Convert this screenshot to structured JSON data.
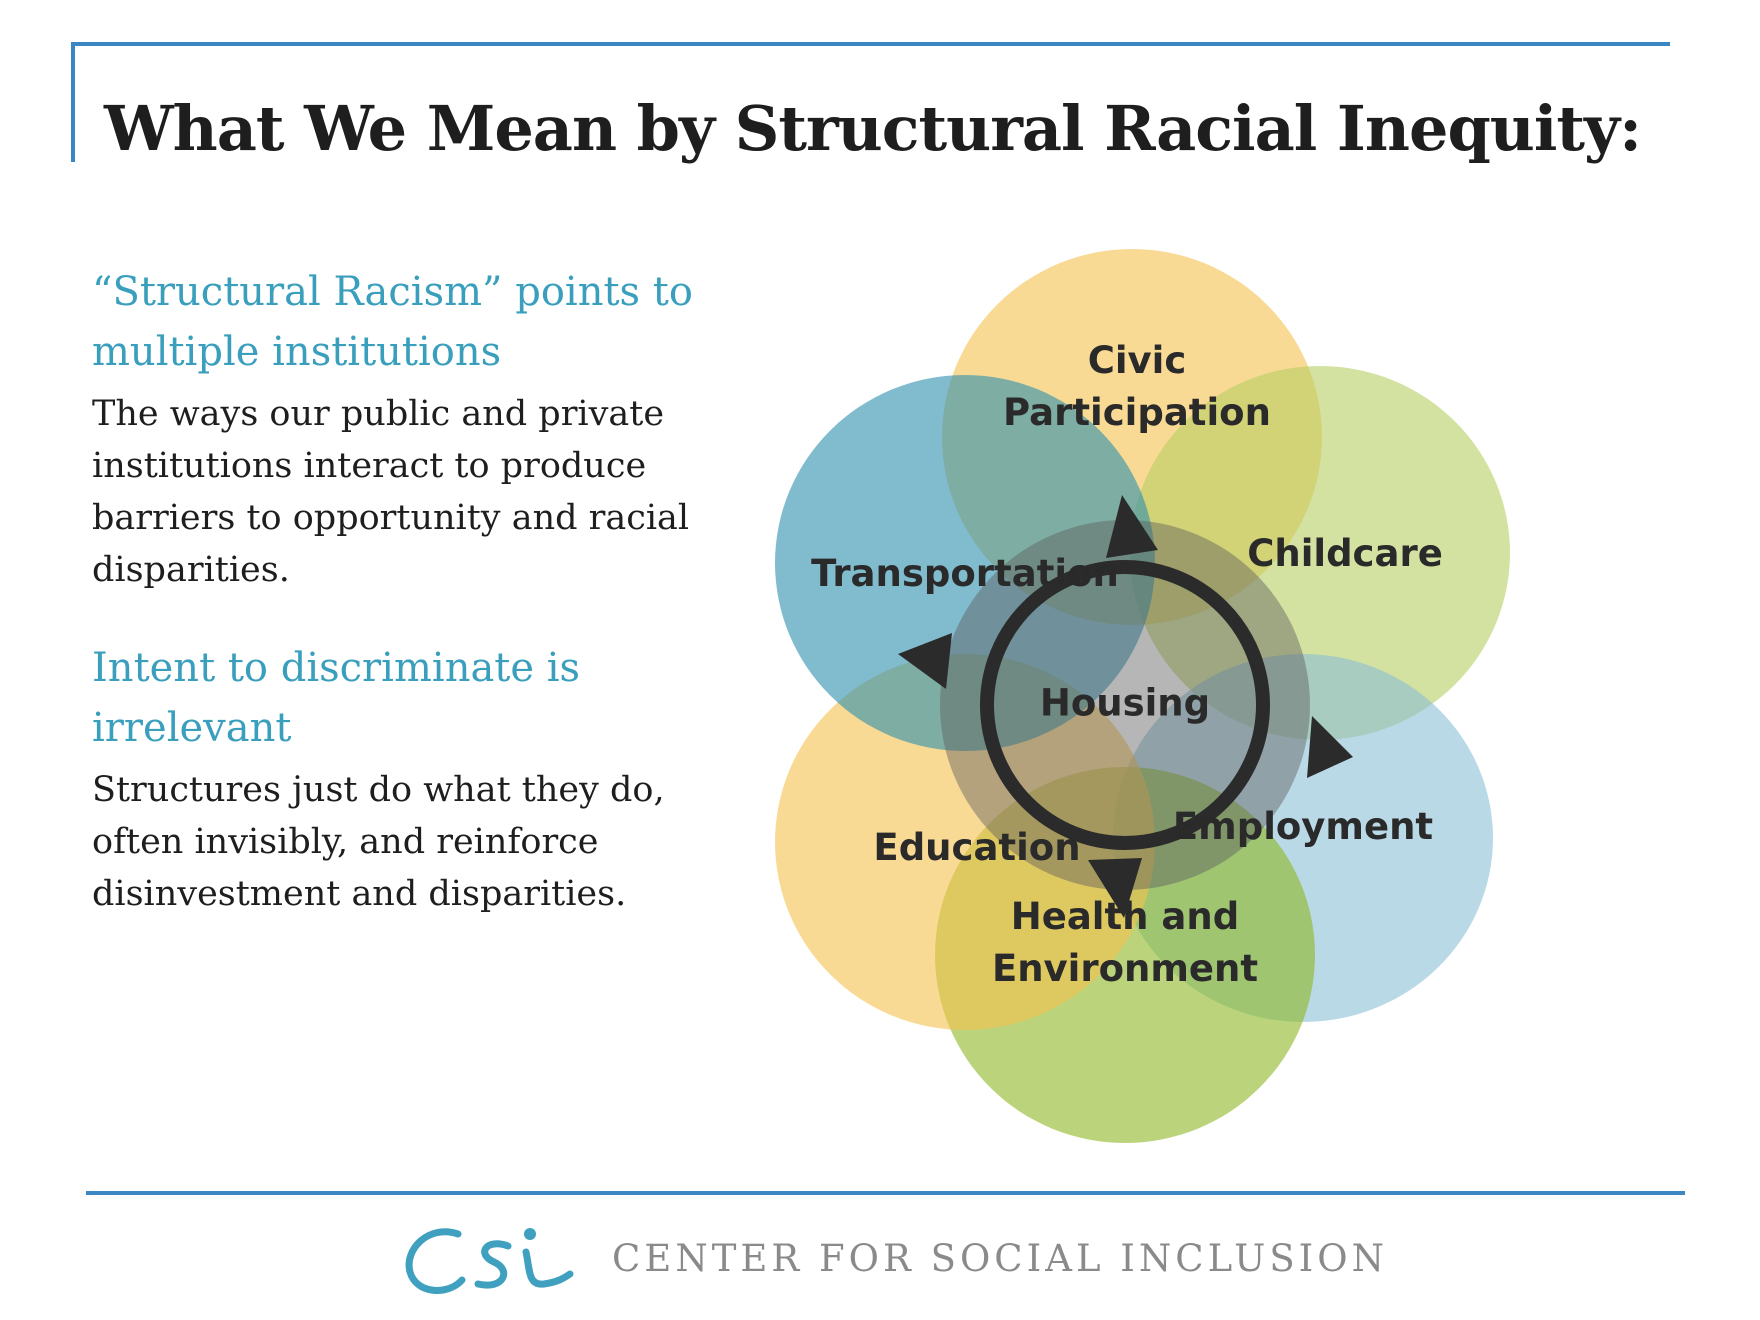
{
  "slide": {
    "title": "What We Mean by Structural Racial Inequity:"
  },
  "left_column": {
    "heading_1": "“Structural Racism” points to multiple institutions",
    "body_1": "The ways our public and private institutions interact to produce barriers to opportunity and racial disparities.",
    "heading_2": "Intent to discriminate is irrelevant",
    "body_2": "Structures just do what they do, often invisibly, and reinforce disinvestment and disparities."
  },
  "diagram": {
    "center_label": "Housing",
    "petals": [
      {
        "label_lines": [
          "Civic",
          "Participation"
        ],
        "color": "#f5c24f"
      },
      {
        "label_lines": [
          "Childcare"
        ],
        "color": "#b5cf62"
      },
      {
        "label_lines": [
          "Employment"
        ],
        "color": "#8cc0d6"
      },
      {
        "label_lines": [
          "Health and",
          "Environment"
        ],
        "color": "#8db823"
      },
      {
        "label_lines": [
          "Education"
        ],
        "color": "#f5c24f"
      },
      {
        "label_lines": [
          "Transportation"
        ],
        "color": "#2b8fad"
      }
    ],
    "center_color": "#5e5e5e",
    "cycle_arrow_color": "#2b2b2b",
    "cycle_icon": "cycle-arrows-icon"
  },
  "footer": {
    "logo_text": "Csi",
    "org_name": "CENTER FOR SOCIAL INCLUSION",
    "logo_color": "#3fa0bf"
  },
  "colors": {
    "accent_rule": "#3b87c4",
    "heading": "#3a9fbd",
    "body": "#1e1e1e"
  }
}
